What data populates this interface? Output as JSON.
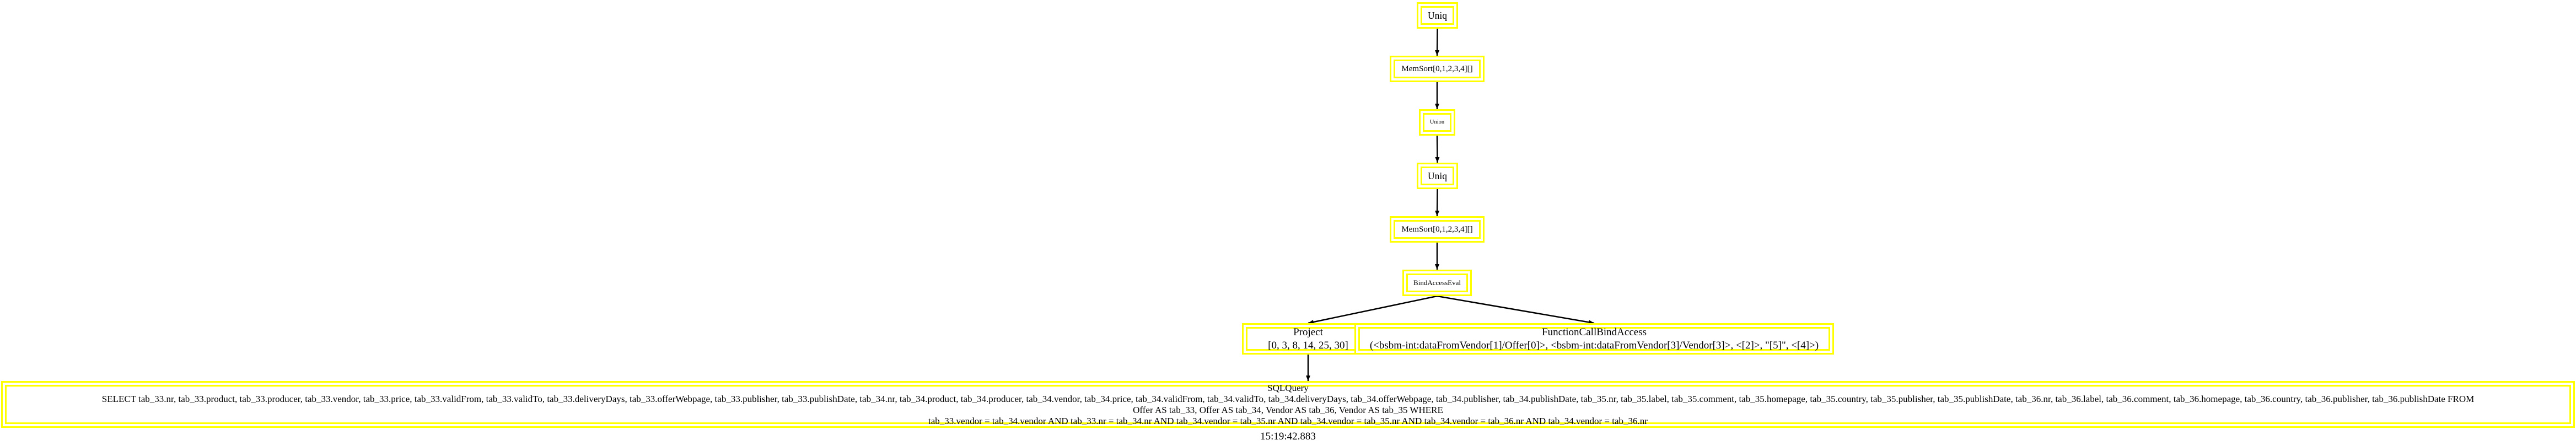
{
  "diagram": {
    "edge_color": "#000000",
    "node_border_color": "#ffff00",
    "nodes": [
      {
        "id": "uniq_top",
        "label": "Uniq"
      },
      {
        "id": "memsort_top",
        "label": "MemSort[0,1,2,3,4][]"
      },
      {
        "id": "union",
        "label": "Union"
      },
      {
        "id": "uniq_mid",
        "label": "Uniq"
      },
      {
        "id": "memsort_mid",
        "label": "MemSort[0,1,2,3,4][]"
      },
      {
        "id": "bind_access_eval",
        "label": "BindAccessEval"
      },
      {
        "id": "project",
        "label": "Project\n[0, 3, 8, 14, 25, 30]"
      },
      {
        "id": "function_call_bind_access",
        "label": "FunctionCallBindAccess\n(<bsbm-int:dataFromVendor[1]/Offer[0]>, <bsbm-int:dataFromVendor[3]/Vendor[3]>, <[2]>, \"[5]\", <[4]>)"
      },
      {
        "id": "sql_query",
        "label": "SQLQuery\nSELECT tab_33.nr, tab_33.product, tab_33.producer, tab_33.vendor, tab_33.price, tab_33.validFrom, tab_33.validTo, tab_33.deliveryDays, tab_33.offerWebpage, tab_33.publisher, tab_33.publishDate, tab_34.nr, tab_34.product, tab_34.producer, tab_34.vendor, tab_34.price, tab_34.validFrom, tab_34.validTo, tab_34.deliveryDays, tab_34.offerWebpage, tab_34.publisher, tab_34.publishDate, tab_35.nr, tab_35.label, tab_35.comment, tab_35.homepage, tab_35.country, tab_35.publisher, tab_35.publishDate, tab_36.nr, tab_36.label, tab_36.comment, tab_36.homepage, tab_36.country, tab_36.publisher, tab_36.publishDate FROM\nOffer AS tab_33, Offer AS tab_34, Vendor AS tab_36, Vendor AS tab_35 WHERE\ntab_33.vendor = tab_34.vendor AND tab_33.nr = tab_34.nr AND tab_34.vendor = tab_35.nr AND tab_34.vendor = tab_35.nr AND tab_34.vendor = tab_36.nr AND tab_34.vendor = tab_36.nr"
      }
    ],
    "edges": [
      {
        "from": "uniq_top",
        "to": "memsort_top"
      },
      {
        "from": "memsort_top",
        "to": "union"
      },
      {
        "from": "union",
        "to": "uniq_mid"
      },
      {
        "from": "uniq_mid",
        "to": "memsort_mid"
      },
      {
        "from": "memsort_mid",
        "to": "bind_access_eval"
      },
      {
        "from": "bind_access_eval",
        "to": "project"
      },
      {
        "from": "bind_access_eval",
        "to": "function_call_bind_access"
      },
      {
        "from": "project",
        "to": "sql_query"
      }
    ]
  },
  "timestamp": "15:19:42.883"
}
